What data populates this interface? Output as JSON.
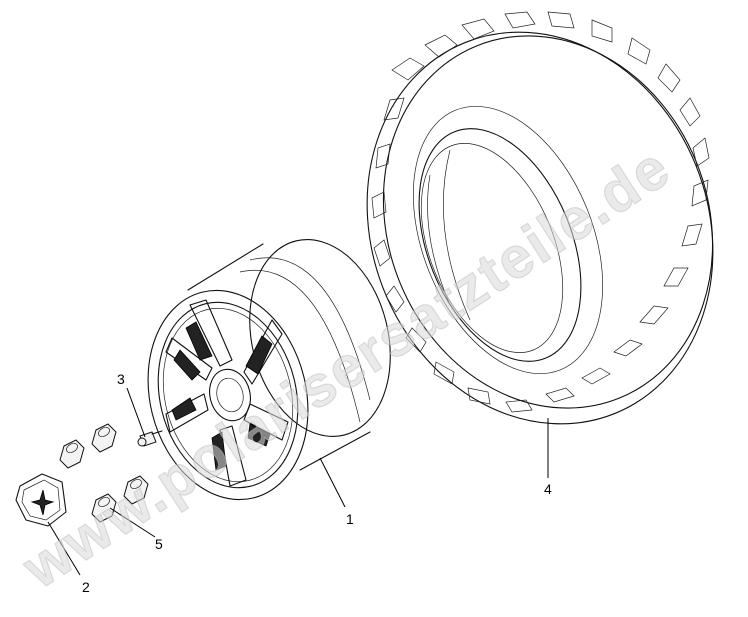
{
  "diagram": {
    "callouts": {
      "c1": "1",
      "c2": "2",
      "c3": "3",
      "c4": "4",
      "c5": "5"
    },
    "watermark": "www.polarisersatzteile.de"
  }
}
